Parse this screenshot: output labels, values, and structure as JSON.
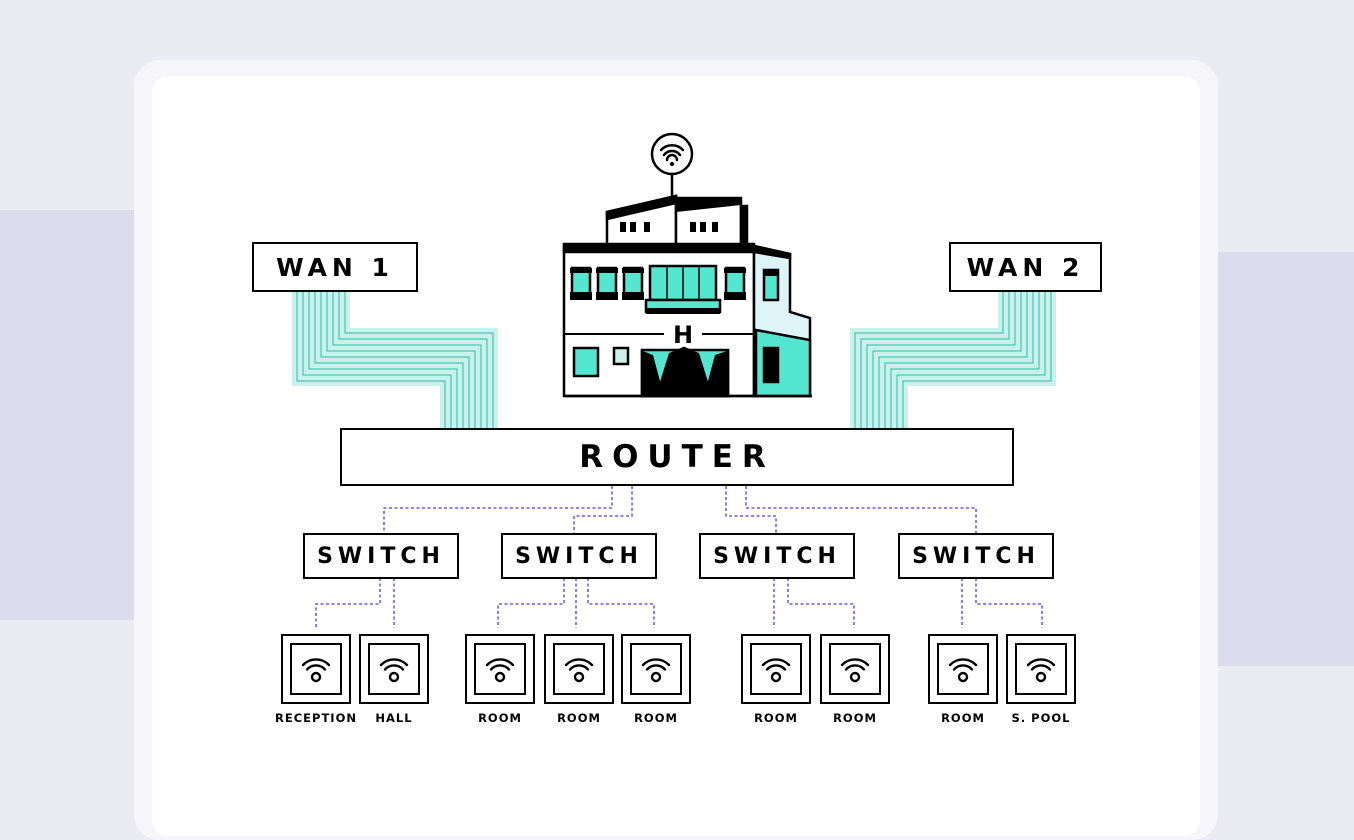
{
  "colors": {
    "background": "#ebebf4",
    "accent_teal": "#55e6d2",
    "teal_light": "#ccf0ec",
    "dashed_link": "#6b5cf0",
    "stroke": "#000000"
  },
  "wan": [
    {
      "label": "WAN 1"
    },
    {
      "label": "WAN 2"
    }
  ],
  "router": {
    "label": "ROUTER"
  },
  "switches": [
    {
      "label": "SWITCH"
    },
    {
      "label": "SWITCH"
    },
    {
      "label": "SWITCH"
    },
    {
      "label": "SWITCH"
    }
  ],
  "access_points": [
    {
      "label": "RECEPTION",
      "icon": "wifi-icon"
    },
    {
      "label": "HALL",
      "icon": "wifi-icon"
    },
    {
      "label": "ROOM",
      "icon": "wifi-icon"
    },
    {
      "label": "ROOM",
      "icon": "wifi-icon"
    },
    {
      "label": "ROOM",
      "icon": "wifi-icon"
    },
    {
      "label": "ROOM",
      "icon": "wifi-icon"
    },
    {
      "label": "ROOM",
      "icon": "wifi-icon"
    },
    {
      "label": "ROOM",
      "icon": "wifi-icon"
    },
    {
      "label": "S. POOL",
      "icon": "wifi-icon"
    }
  ],
  "hotel": {
    "sign": "H",
    "icon": "hotel-building-icon",
    "antenna_icon": "wifi-icon"
  }
}
